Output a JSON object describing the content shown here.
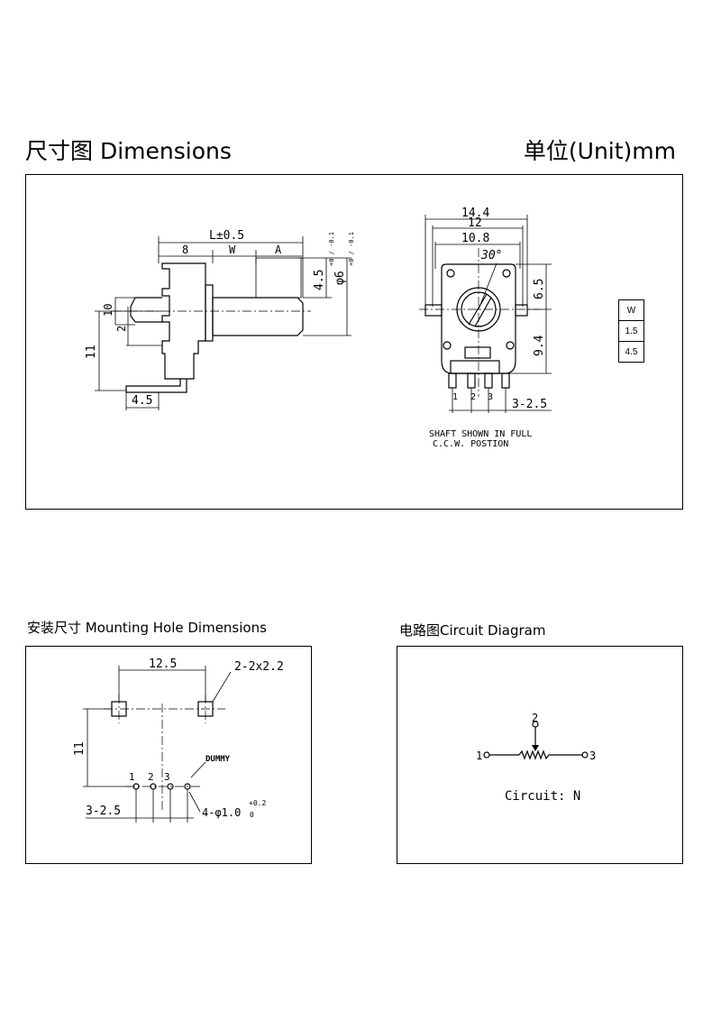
{
  "headers": {
    "dimensions": "尺寸图  Dimensions",
    "unit": "单位(Unit)mm",
    "mounting": "安装尺寸  Mounting Hole Dimensions",
    "circuit": "电路图Circuit Diagram"
  },
  "side_view": {
    "length": "L±0.5",
    "seg_8": "8",
    "seg_w": "W",
    "seg_a": "A",
    "shaft_len": "4.5",
    "shaft_tol": "+0 / -0.1",
    "shaft_dia": "φ6",
    "dia_tol": "+0 / -0.1",
    "h10": "10",
    "h2": "2",
    "h11": "11",
    "pin_4_5": "4.5"
  },
  "front_view": {
    "w14_4": "14.4",
    "w12": "12",
    "w10_8": "10.8",
    "angle": "30°",
    "h6_5": "6.5",
    "h9_4": "9.4",
    "pins": [
      "1",
      "2",
      "3"
    ],
    "pitch": "3-2.5",
    "note_line1": "SHAFT SHOWN IN FULL",
    "note_line2": "C.C.W. POSTION"
  },
  "w_table": {
    "header": "W",
    "values": [
      "1.5",
      "4.5"
    ]
  },
  "mounting": {
    "span": "12.5",
    "slot": "2-2x2.2",
    "height": "11",
    "dummy": "DUMMY",
    "pins": [
      "1",
      "2",
      "3"
    ],
    "pitch": "3-2.5",
    "holes": "4-φ1.0",
    "hole_tol_plus": "+0.2",
    "hole_tol_minus": "0"
  },
  "circuit": {
    "pin1": "1",
    "pin2": "2",
    "pin3": "3",
    "label": "Circuit: N"
  }
}
